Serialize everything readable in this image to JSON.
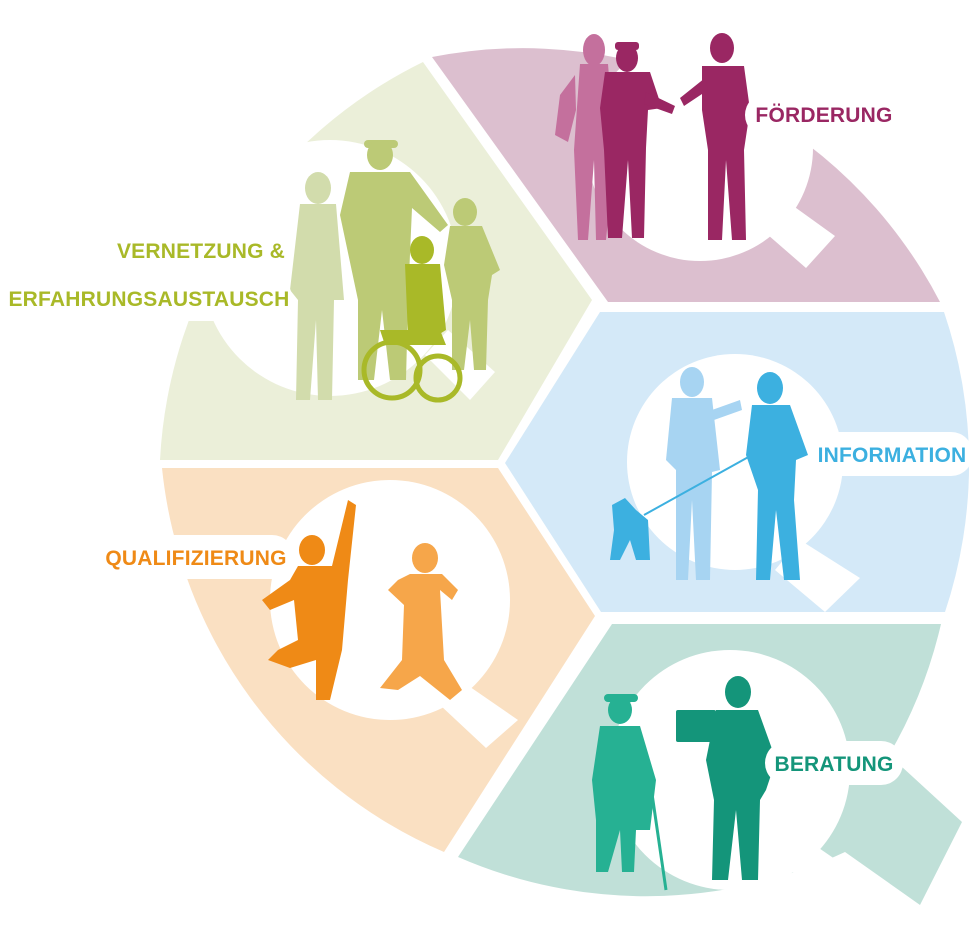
{
  "diagram": {
    "segments": [
      {
        "id": "foerderung",
        "label": "FÖRDERUNG",
        "fill": "#dcbfcf",
        "color": "#9a2763",
        "people": "two-men-talking-and-woman-silhouettes"
      },
      {
        "id": "information",
        "label": "INFORMATION",
        "fill": "#d4e9f8",
        "color": "#3cb0e0",
        "people": "man-with-guide-dog-and-woman-with-document-silhouettes"
      },
      {
        "id": "beratung",
        "label": "BERATUNG",
        "fill": "#c0e0d8",
        "color": "#14957a",
        "people": "elderly-woman-with-cane-and-man-with-laptop-silhouettes"
      },
      {
        "id": "qualifizierung",
        "label": "QUALIFIZIERUNG",
        "fill": "#fae0c2",
        "color": "#ef8a16",
        "people": "two-jumping-women-silhouettes"
      },
      {
        "id": "vernetzung",
        "label_line1": "VERNETZUNG &",
        "label_line2": "ERFAHRUNGSAUSTAUSCH",
        "fill": "#ebefd9",
        "color": "#a9b928",
        "people": "group-with-wheelchair-user-silhouettes"
      }
    ]
  }
}
